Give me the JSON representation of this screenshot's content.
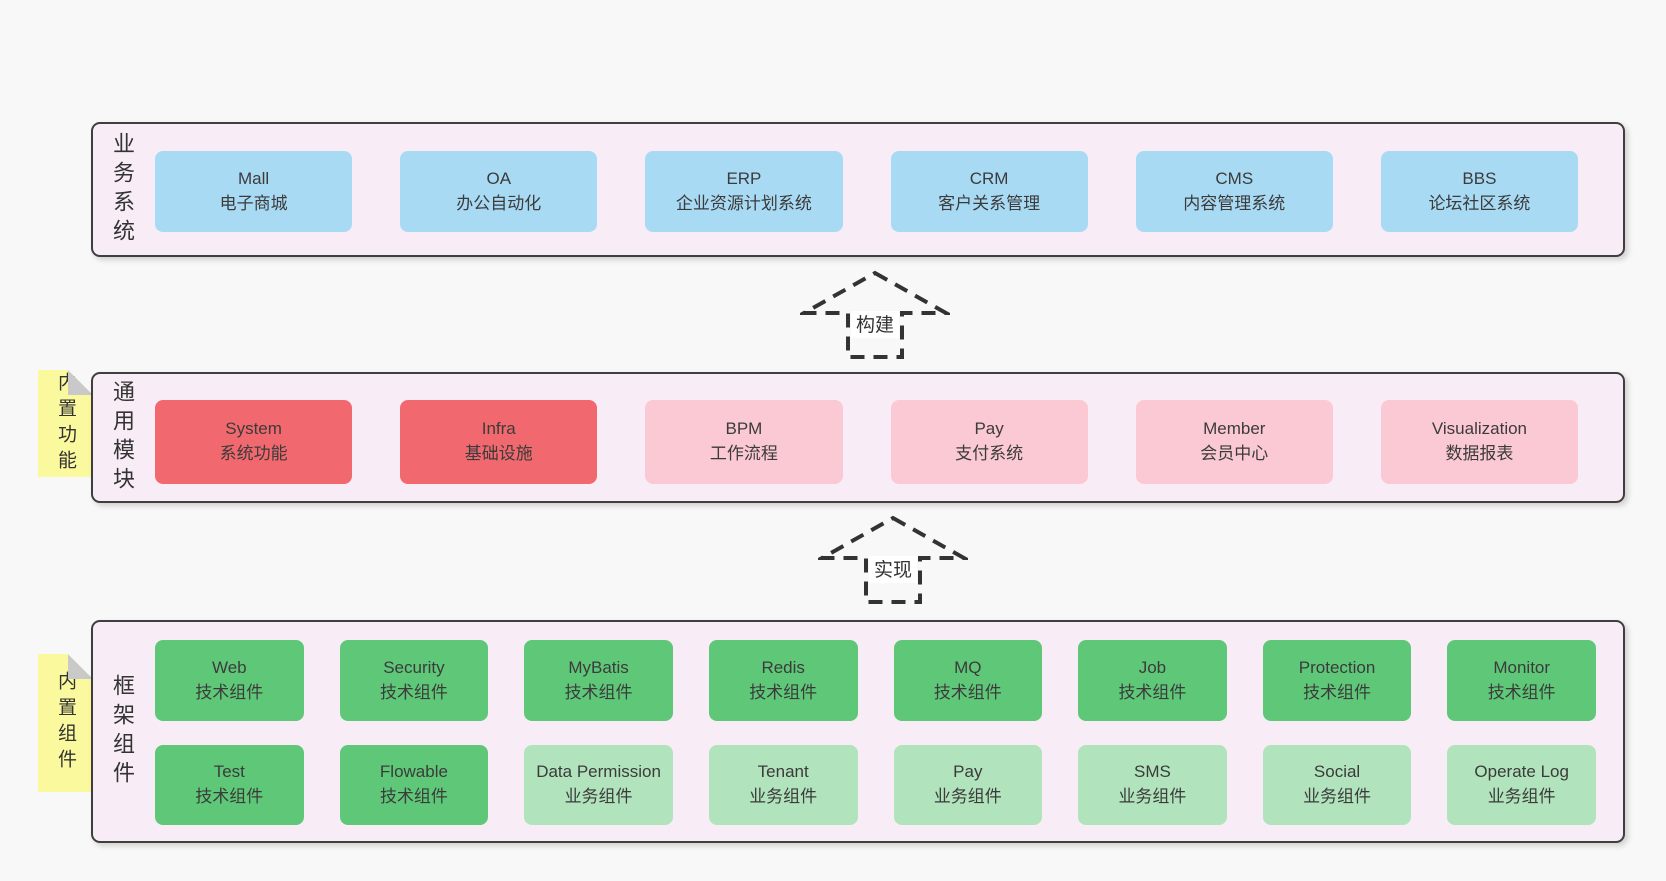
{
  "diagram_title": "",
  "colors": {
    "page_background": "#f8f8f8",
    "layer_background": "#f8edf6",
    "layer_border": "#3f3f3f",
    "business_box": "#a9daf3",
    "core_module_box": "#f1696e",
    "optional_module_box": "#fbc9d3",
    "tech_component_box": "#5fc878",
    "biz_component_box": "#b1e3bc",
    "sticky_note": "#fbf99e",
    "sticky_fold": "#c9c9c9",
    "text": "#3b3b3b"
  },
  "arrows": [
    {
      "label": "构建"
    },
    {
      "label": "实现"
    }
  ],
  "layers": [
    {
      "label": "业务系统",
      "boxes": [
        {
          "title": "Mall",
          "subtitle": "电子商城",
          "variant": "blue"
        },
        {
          "title": "OA",
          "subtitle": "办公自动化",
          "variant": "blue"
        },
        {
          "title": "ERP",
          "subtitle": "企业资源计划系统",
          "variant": "blue"
        },
        {
          "title": "CRM",
          "subtitle": "客户关系管理",
          "variant": "blue"
        },
        {
          "title": "CMS",
          "subtitle": "内容管理系统",
          "variant": "blue"
        },
        {
          "title": "BBS",
          "subtitle": "论坛社区系统",
          "variant": "blue"
        }
      ]
    },
    {
      "label": "通用模块",
      "sticky": "内置功能",
      "boxes": [
        {
          "title": "System",
          "subtitle": "系统功能",
          "variant": "red"
        },
        {
          "title": "Infra",
          "subtitle": "基础设施",
          "variant": "red"
        },
        {
          "title": "BPM",
          "subtitle": "工作流程",
          "variant": "pink"
        },
        {
          "title": "Pay",
          "subtitle": "支付系统",
          "variant": "pink"
        },
        {
          "title": "Member",
          "subtitle": "会员中心",
          "variant": "pink"
        },
        {
          "title": "Visualization",
          "subtitle": "数据报表",
          "variant": "pink"
        }
      ]
    },
    {
      "label": "框架组件",
      "sticky": "内置组件",
      "rows": [
        [
          {
            "title": "Web",
            "subtitle": "技术组件",
            "variant": "green"
          },
          {
            "title": "Security",
            "subtitle": "技术组件",
            "variant": "green"
          },
          {
            "title": "MyBatis",
            "subtitle": "技术组件",
            "variant": "green"
          },
          {
            "title": "Redis",
            "subtitle": "技术组件",
            "variant": "green"
          },
          {
            "title": "MQ",
            "subtitle": "技术组件",
            "variant": "green"
          },
          {
            "title": "Job",
            "subtitle": "技术组件",
            "variant": "green"
          },
          {
            "title": "Protection",
            "subtitle": "技术组件",
            "variant": "green"
          },
          {
            "title": "Monitor",
            "subtitle": "技术组件",
            "variant": "green"
          }
        ],
        [
          {
            "title": "Test",
            "subtitle": "技术组件",
            "variant": "green"
          },
          {
            "title": "Flowable",
            "subtitle": "技术组件",
            "variant": "green"
          },
          {
            "title": "Data Permission",
            "subtitle": "业务组件",
            "variant": "lightgreen"
          },
          {
            "title": "Tenant",
            "subtitle": "业务组件",
            "variant": "lightgreen"
          },
          {
            "title": "Pay",
            "subtitle": "业务组件",
            "variant": "lightgreen"
          },
          {
            "title": "SMS",
            "subtitle": "业务组件",
            "variant": "lightgreen"
          },
          {
            "title": "Social",
            "subtitle": "业务组件",
            "variant": "lightgreen"
          },
          {
            "title": "Operate Log",
            "subtitle": "业务组件",
            "variant": "lightgreen"
          }
        ]
      ]
    }
  ]
}
